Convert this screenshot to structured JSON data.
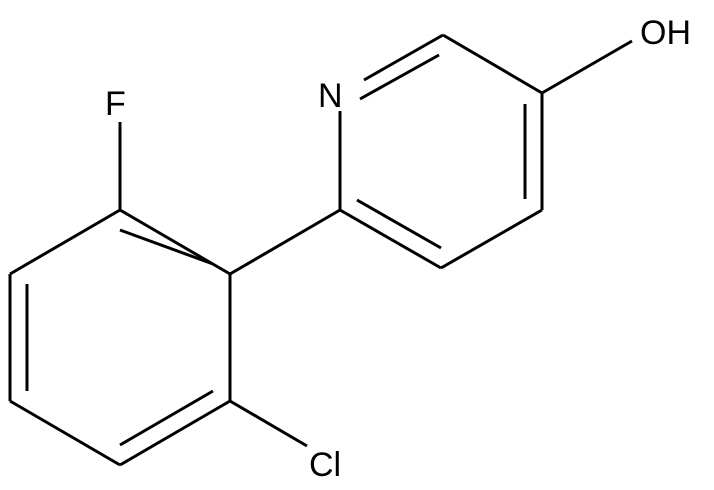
{
  "molecule": {
    "atoms": {
      "nitrogen": "N",
      "hydroxyl": "OH",
      "fluorine": "F",
      "chlorine": "Cl"
    },
    "colors": {
      "bond": "#000000",
      "label": "#000000",
      "background": "#ffffff"
    }
  }
}
